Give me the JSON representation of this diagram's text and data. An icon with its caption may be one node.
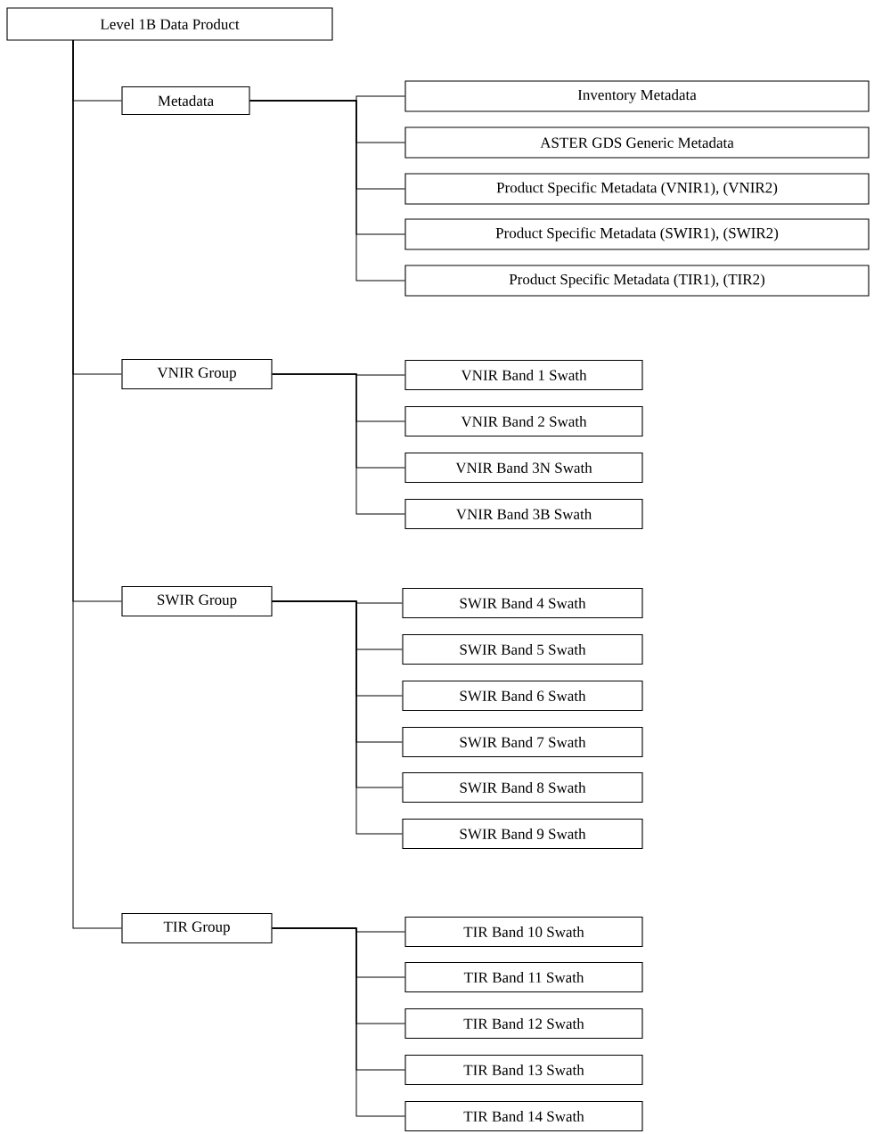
{
  "diagram": {
    "nodes": [
      {
        "text": [
          "Level 1B Data Product"
        ]
      },
      {
        "text": [
          "Metadata"
        ]
      },
      {
        "text": [
          "Inventory Metadata"
        ]
      },
      {
        "text": [
          "ASTER GDS Generic Metadata"
        ]
      },
      {
        "text": [
          "Product Specific Metadata (VNIR1), (VNIR2)"
        ]
      },
      {
        "text": [
          "Product Specific Metadata (SWIR1), (SWIR2)"
        ]
      },
      {
        "text": [
          "Product Specific Metadata (TIR1), (TIR2)"
        ]
      },
      {
        "text": [
          "VNIR Group"
        ]
      },
      {
        "text": [
          "VNIR Band 1 Swath"
        ]
      },
      {
        "text": [
          "VNIR Band 2 Swath"
        ]
      },
      {
        "text": [
          "VNIR Band 3N Swath"
        ]
      },
      {
        "text": [
          "VNIR Band 3B Swath"
        ]
      },
      {
        "text": [
          "SWIR Group"
        ]
      },
      {
        "text": [
          "SWIR Band 4 Swath"
        ]
      },
      {
        "text": [
          "SWIR Band 5 Swath"
        ]
      },
      {
        "text": [
          "SWIR Band 6 Swath"
        ]
      },
      {
        "text": [
          "SWIR Band 7 Swath"
        ]
      },
      {
        "text": [
          "SWIR Band 8 Swath"
        ]
      },
      {
        "text": [
          "SWIR Band 9 Swath"
        ]
      },
      {
        "text": [
          "TIR Group"
        ]
      },
      {
        "text": [
          "TIR Band 10 Swath"
        ]
      },
      {
        "text": [
          "TIR Band 11 Swath"
        ]
      },
      {
        "text": [
          "TIR Band 12 Swath"
        ]
      },
      {
        "text": [
          "TIR Band 13 Swath"
        ]
      },
      {
        "text": [
          "TIR Band 14 Swath"
        ]
      }
    ],
    "edges": [
      {
        "from": 0,
        "to": 1,
        "arrow": "none"
      },
      {
        "from": 0,
        "to": 7,
        "arrow": "none"
      },
      {
        "from": 0,
        "to": 12,
        "arrow": "none"
      },
      {
        "from": 0,
        "to": 19,
        "arrow": "none"
      },
      {
        "from": 1,
        "to": 2,
        "arrow": "none"
      },
      {
        "from": 1,
        "to": 3,
        "arrow": "none"
      },
      {
        "from": 1,
        "to": 4,
        "arrow": "none"
      },
      {
        "from": 1,
        "to": 5,
        "arrow": "none"
      },
      {
        "from": 1,
        "to": 6,
        "arrow": "none"
      },
      {
        "from": 7,
        "to": 8,
        "arrow": "none"
      },
      {
        "from": 7,
        "to": 9,
        "arrow": "none"
      },
      {
        "from": 7,
        "to": 10,
        "arrow": "none"
      },
      {
        "from": 7,
        "to": 11,
        "arrow": "none"
      },
      {
        "from": 12,
        "to": 13,
        "arrow": "none"
      },
      {
        "from": 12,
        "to": 14,
        "arrow": "none"
      },
      {
        "from": 12,
        "to": 15,
        "arrow": "none"
      },
      {
        "from": 12,
        "to": 16,
        "arrow": "none"
      },
      {
        "from": 12,
        "to": 17,
        "arrow": "none"
      },
      {
        "from": 12,
        "to": 18,
        "arrow": "none"
      },
      {
        "from": 19,
        "to": 20,
        "arrow": "none"
      },
      {
        "from": 19,
        "to": 21,
        "arrow": "none"
      },
      {
        "from": 19,
        "to": 22,
        "arrow": "none"
      },
      {
        "from": 19,
        "to": 23,
        "arrow": "none"
      },
      {
        "from": 19,
        "to": 24,
        "arrow": "none"
      }
    ]
  }
}
